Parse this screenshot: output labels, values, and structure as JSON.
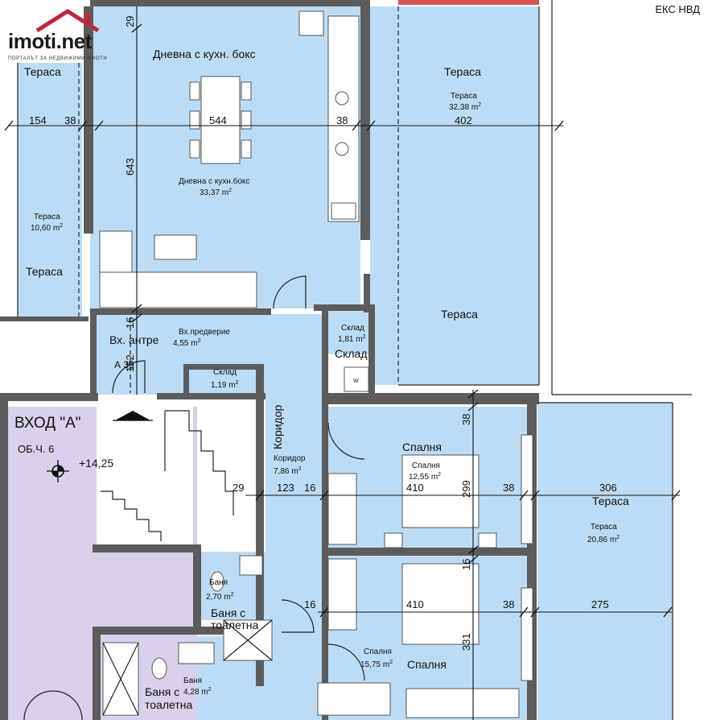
{
  "brand": {
    "logo_text": "imoti.net",
    "tagline": "ПОРТАЛЪТ ЗА НЕДВИЖИМИ ИМОТИ"
  },
  "corner_text": "ЕКС НВД",
  "entrance": {
    "title": "ВХОД \"А\"",
    "section": "ОБ.Ч. 6",
    "level": "+14,25",
    "apartment": "А 39"
  },
  "rooms": {
    "living_heading": "Дневна с кухн. бокс",
    "living_name": "Дневна с кухн.бокс",
    "living_area": "33,37",
    "terrace_right_heading": "Тераса",
    "terrace_right_name": "Тераса",
    "terrace_right_area": "32,38",
    "terrace_right_bottom": "Тераса",
    "terrace_left_top": "Тераса",
    "terrace_left_name": "Тераса",
    "terrace_left_area": "10,60",
    "terrace_left_bottom": "Тераса",
    "entry_heading": "Вх. антре",
    "entry_name": "Вх.предверие",
    "entry_area": "4,55",
    "storage1_name": "Склад",
    "storage1_area": "1,81",
    "storage1_heading": "Склад",
    "storage2_name": "Склад",
    "storage2_area": "1,19",
    "corridor_heading": "Коридор",
    "corridor_name": "Коридор",
    "corridor_area": "7,86",
    "bedroom1_heading": "Спалня",
    "bedroom1_name": "Спалня",
    "bedroom1_area": "12,55",
    "bedroom2_name": "Спалня",
    "bedroom2_area": "15,75",
    "bedroom2_heading": "Спалня",
    "bath1_name": "Баня",
    "bath1_area": "2,70",
    "bath1_heading_1": "Баня с",
    "bath1_heading_2": "тоалетна",
    "bath2_name": "Баня",
    "bath2_area": "4,28",
    "bath2_heading_1": "Баня с",
    "bath2_heading_2": "тоалетна",
    "terrace_br_heading": "Тераса",
    "terrace_br_name": "Тераса",
    "terrace_br_area": "20,86",
    "area_unit": "m",
    "area_unit_sup": "2",
    "washer_label": "W"
  },
  "dimensions": {
    "d154": "154",
    "d38a": "38",
    "d544": "544",
    "d38b": "38",
    "d402": "402",
    "d643": "643",
    "d29top": "29",
    "d16a": "16",
    "d162": "162",
    "d29": "29",
    "d123": "123",
    "d16b": "16",
    "d410a": "410",
    "d299": "299",
    "d38c": "38",
    "d306": "306",
    "d38d": "38",
    "d16c": "16",
    "d16d": "16",
    "d410b": "410",
    "d38e": "38",
    "d275": "275",
    "d331": "331"
  },
  "colors": {
    "room_fill": "#bcdcf5",
    "common_fill": "#d8d0ec",
    "wall": "#5c5c5c",
    "logo_accent": "#c0283a"
  }
}
